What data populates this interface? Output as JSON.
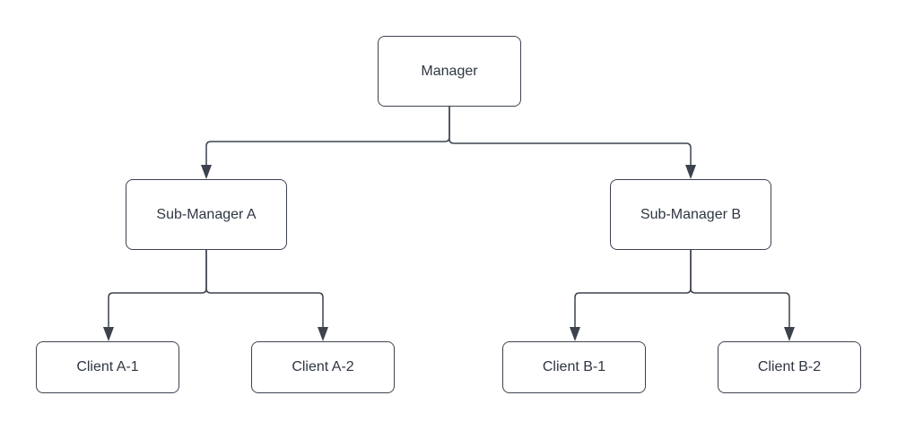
{
  "diagram": {
    "type": "org-chart",
    "nodes": {
      "manager": {
        "label": "Manager"
      },
      "sub_manager_a": {
        "label": "Sub-Manager A"
      },
      "sub_manager_b": {
        "label": "Sub-Manager B"
      },
      "client_a1": {
        "label": "Client A-1"
      },
      "client_a2": {
        "label": "Client A-2"
      },
      "client_b1": {
        "label": "Client B-1"
      },
      "client_b2": {
        "label": "Client B-2"
      }
    },
    "edges": [
      {
        "from": "Manager",
        "to": "Sub-Manager A",
        "arrow": "filled-triangle"
      },
      {
        "from": "Manager",
        "to": "Sub-Manager B",
        "arrow": "filled-triangle"
      },
      {
        "from": "Sub-Manager A",
        "to": "Client A-1",
        "arrow": "filled-triangle"
      },
      {
        "from": "Sub-Manager A",
        "to": "Client A-2",
        "arrow": "filled-triangle"
      },
      {
        "from": "Sub-Manager B",
        "to": "Client B-1",
        "arrow": "filled-triangle"
      },
      {
        "from": "Sub-Manager B",
        "to": "Client B-2",
        "arrow": "filled-triangle"
      }
    ],
    "theme": {
      "background": "#ffffff",
      "node_fill": "#ffffff",
      "node_border_color": "#3c434f",
      "line_color": "#3c434f",
      "text_color": "#2f3642"
    }
  }
}
